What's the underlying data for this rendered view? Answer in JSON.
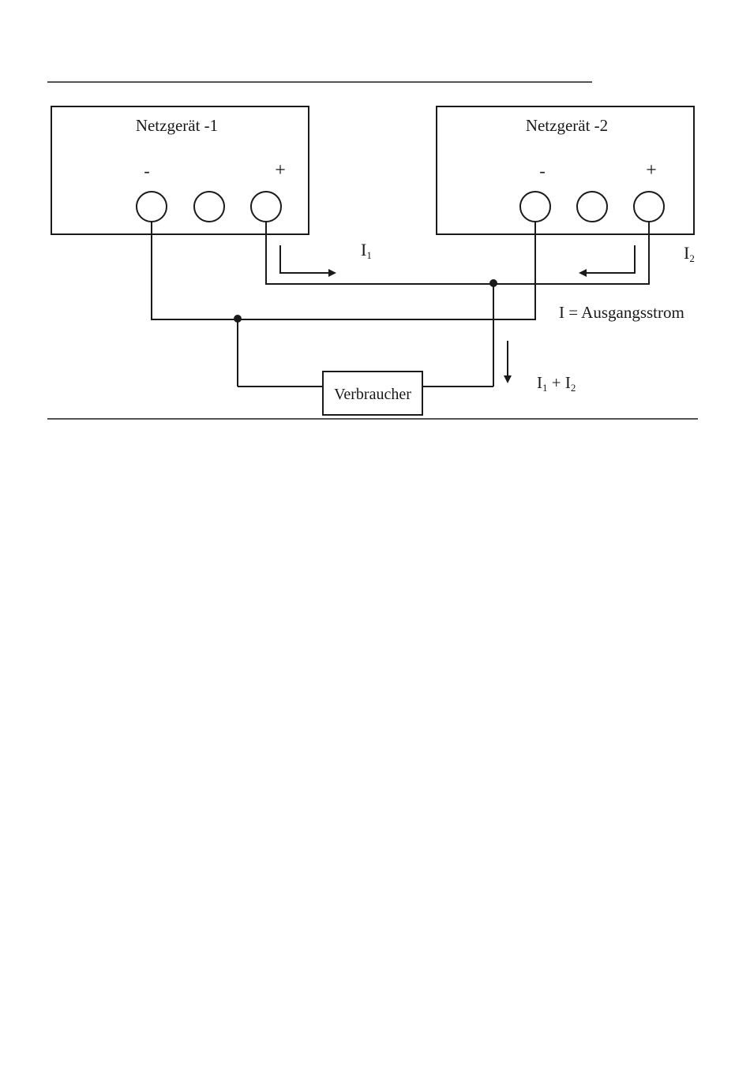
{
  "psu1": {
    "title": "Netzgerät -1",
    "minus": "-",
    "plus": "+"
  },
  "psu2": {
    "title": "Netzgerät -2",
    "minus": "-",
    "plus": "+"
  },
  "currents": {
    "i1": "I",
    "i1_sub": "1",
    "i2": "I",
    "i2_sub": "2",
    "output_label": "I = Ausgangsstrom",
    "sum_a": "I",
    "sum_a_sub": "1",
    "sum_plus": " + I",
    "sum_b_sub": "2"
  },
  "load": {
    "label": "Verbraucher"
  },
  "colors": {
    "ink": "#1a1a1a",
    "paper": "#ffffff"
  }
}
